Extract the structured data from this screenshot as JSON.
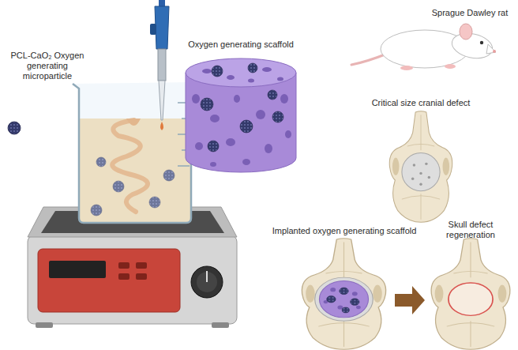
{
  "diagram": {
    "labels": [
      "PCL-CaO₂ Oxygen generating microparticle",
      "Oxygen generating scaffold",
      "Sprague Dawley rat",
      "Critical size cranial defect",
      "Implanted oxygen generating scaffold",
      "Skull defect regeneration"
    ]
  }
}
